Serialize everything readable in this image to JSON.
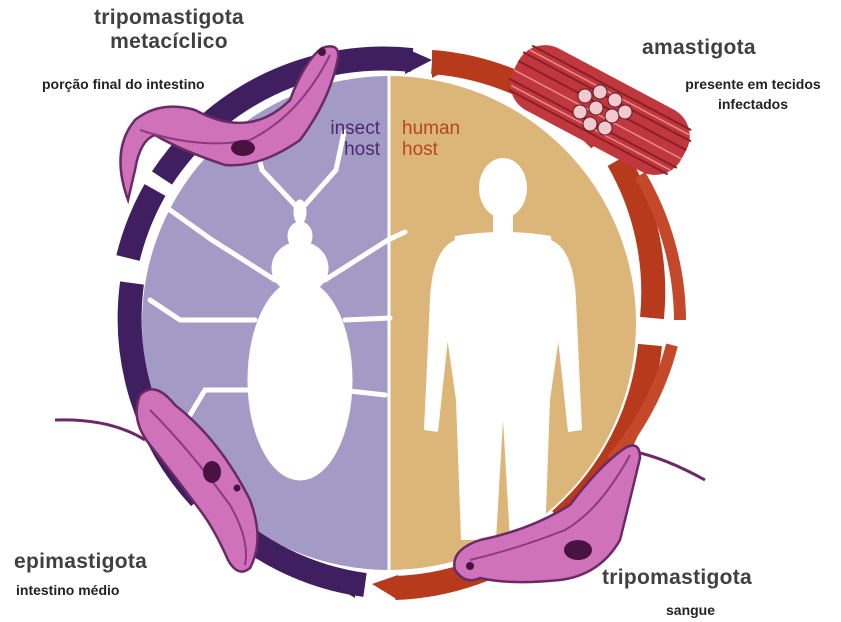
{
  "hosts": {
    "insect": {
      "line1": "insect",
      "line2": "host",
      "color": "#4a2a6e",
      "bg": "#a39bc6"
    },
    "human": {
      "line1": "human",
      "line2": "host",
      "color": "#b5471f",
      "bg": "#dcb578"
    }
  },
  "stages": {
    "metacyclic": {
      "name_line1": "tripomastigota",
      "name_line2": "metacíclico",
      "location": "porção final do intestino"
    },
    "amastigote": {
      "name": "amastigota",
      "location_line1": "presente em tecidos",
      "location_line2": "infectados"
    },
    "epimastigote": {
      "name": "epimastigota",
      "location": "intestino médio"
    },
    "trypomastigote": {
      "name": "tripomastigota",
      "location": "sangue"
    }
  },
  "colors": {
    "insect_ring": "#3f1f5f",
    "human_ring": "#b73a1c",
    "parasite_fill": "#cf72b9",
    "parasite_stroke": "#6a2a66",
    "nucleus": "#4a1240",
    "tissue": "#c0383d"
  }
}
